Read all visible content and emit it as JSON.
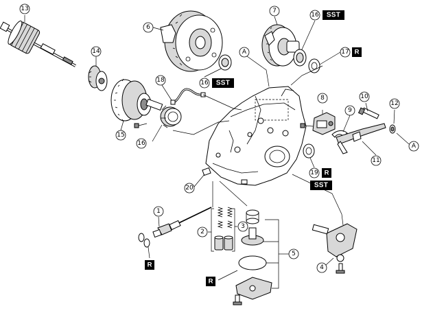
{
  "callouts": {
    "c1": "1",
    "c2": "2",
    "c3": "3",
    "c4": "4",
    "c5": "5",
    "c6": "6",
    "c7": "7",
    "c8": "8",
    "c9": "9",
    "c10": "10",
    "c11": "11",
    "c12": "12",
    "c13": "13",
    "c14": "14",
    "c15": "15",
    "c16a": "16",
    "c16b": "16",
    "c16c": "16",
    "c17": "17",
    "c18": "18",
    "c19": "19",
    "c20": "20"
  },
  "reference_marks": {
    "a_top": "A",
    "a_right": "A"
  },
  "badges": {
    "sst_seal_upper": "SST",
    "sst_seal_mid": "SST",
    "sst_lower": "SST",
    "r_17": "R",
    "r_19": "R",
    "r_oring": "R",
    "r_gasket": "R"
  },
  "icons": {
    "callout": "circled-number-icon",
    "sst": "special-service-tool-icon",
    "replace": "replace-part-icon"
  }
}
